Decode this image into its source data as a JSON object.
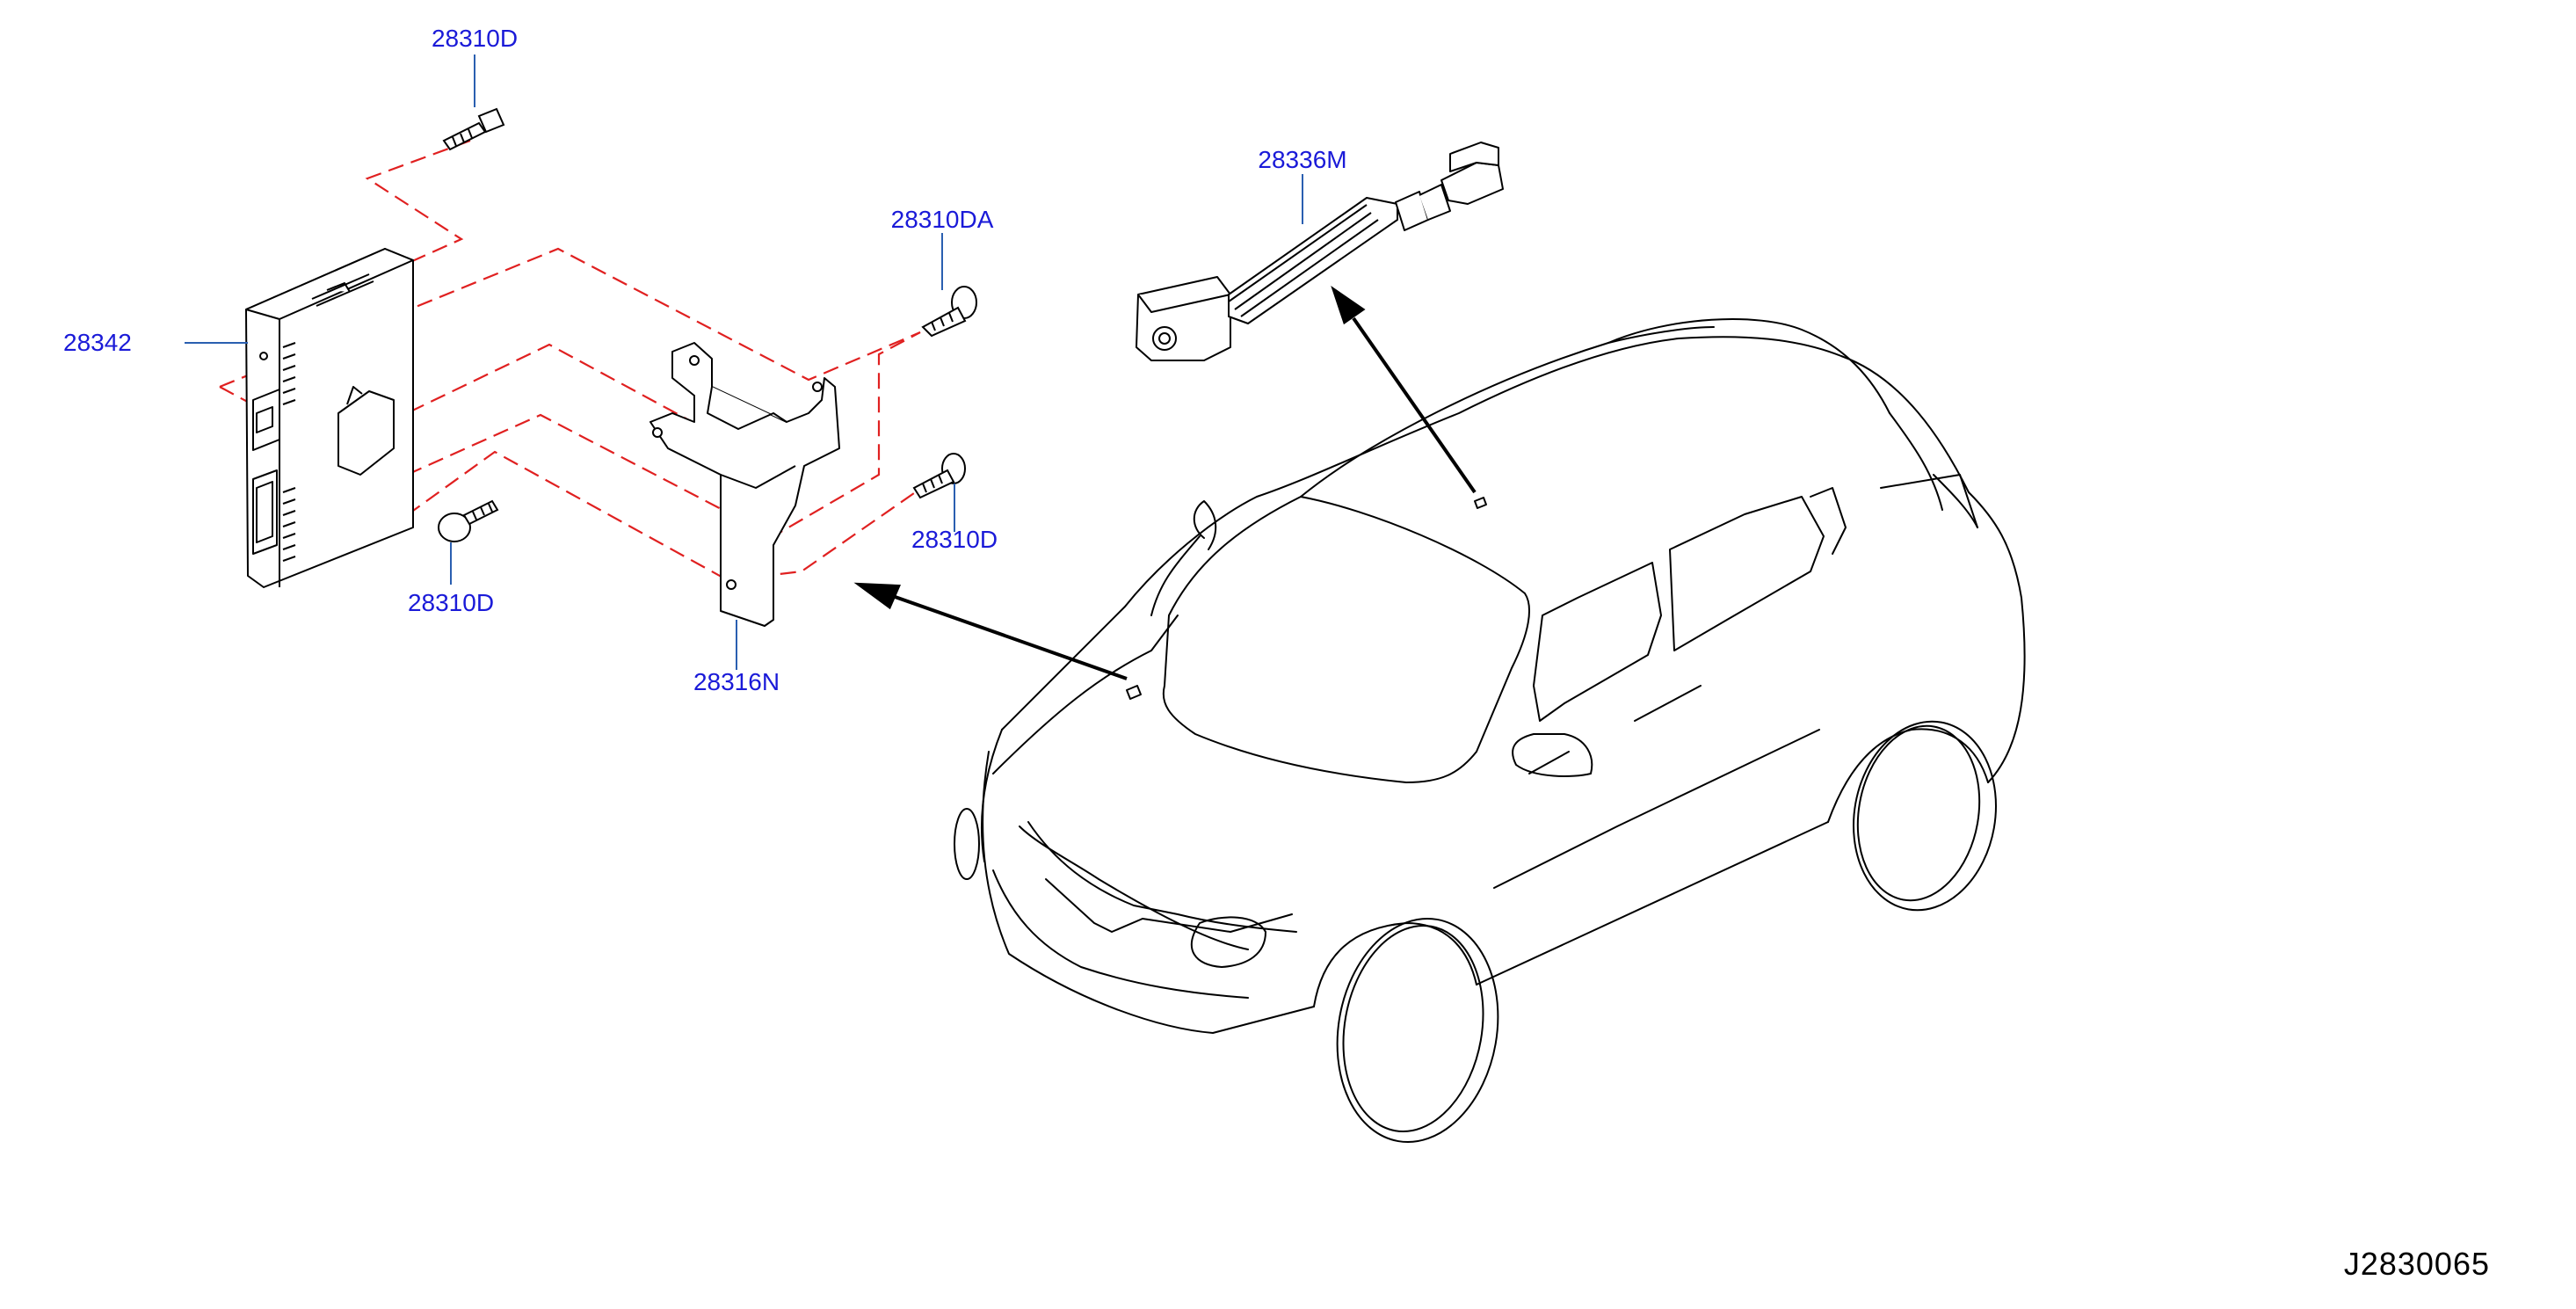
{
  "diagram": {
    "parts": [
      {
        "id": "screw-top",
        "number": "28310D"
      },
      {
        "id": "screw-da",
        "number": "28310DA"
      },
      {
        "id": "module",
        "number": "28342"
      },
      {
        "id": "harness",
        "number": "28336M"
      },
      {
        "id": "screw-right",
        "number": "28310D"
      },
      {
        "id": "screw-left",
        "number": "28310D"
      },
      {
        "id": "bracket",
        "number": "28316N"
      }
    ],
    "figure_code": "J2830065"
  },
  "colors": {
    "callout_text": "#1a1ad8",
    "leader_line": "#2a5fb0",
    "dashed_guides": "#e02020",
    "linework": "#000000"
  }
}
